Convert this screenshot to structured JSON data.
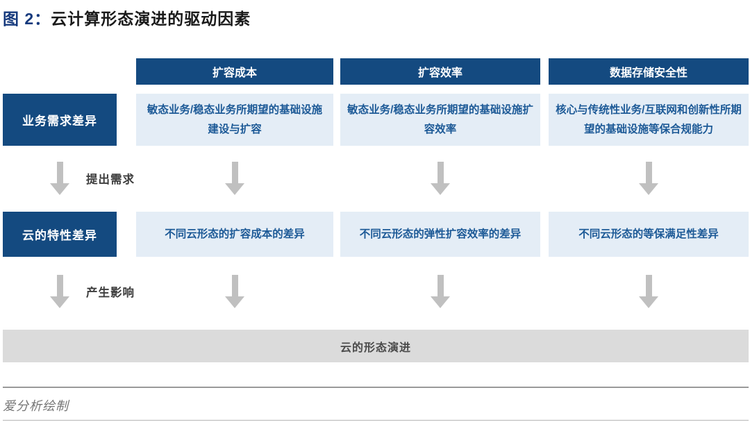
{
  "title": {
    "prefix": "图 2：",
    "text": "云计算形态演进的驱动因素"
  },
  "matrix": {
    "column_headers": [
      "扩容成本",
      "扩容效率",
      "数据存储安全性"
    ],
    "rows": [
      {
        "label": "业务需求差异",
        "cells": [
          "敏态业务/稳态业务所期望的基础设施建设与扩容",
          "敏态业务/稳态业务所期望的基础设施扩容效率",
          "核心与传统性业务/互联网和创新性所期望的基础设施等保合规能力"
        ]
      },
      {
        "label": "云的特性差异",
        "cells": [
          "不同云形态的扩容成本的差异",
          "不同云形态的弹性扩容效率的差异",
          "不同云形态的等保满足性差异"
        ]
      }
    ],
    "arrow_labels": [
      "提出需求",
      "产生影响"
    ],
    "result": "云的形态演进"
  },
  "footer": {
    "credit": "爱分析绘制"
  },
  "colors": {
    "header_blue": "#144a80",
    "cell_light_blue": "#e4edf6",
    "cell_text_blue": "#1d5a97",
    "arrow_gray": "#c0c0c0",
    "result_bar_gray": "#dbdbdb",
    "title_blue": "#163a7d"
  }
}
